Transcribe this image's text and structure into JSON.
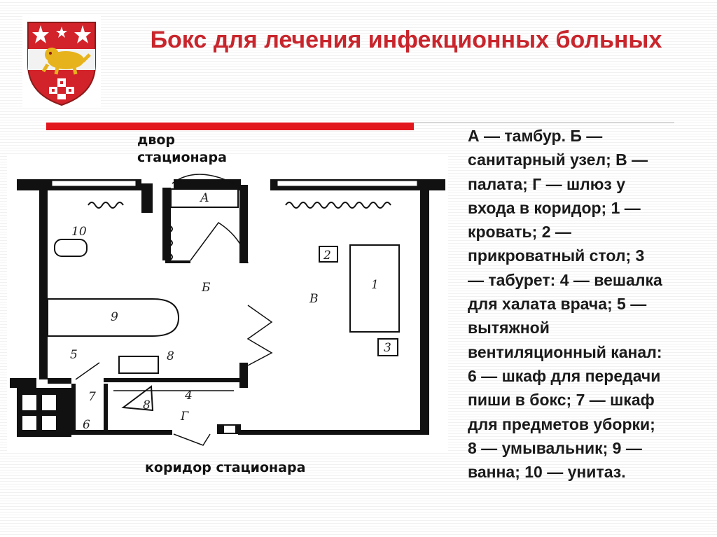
{
  "title": "Бокс для лечения инфекционных больных",
  "colors": {
    "title": "#c8252c",
    "rule": "#e2161d",
    "emblem_shield": "#d3232a"
  },
  "emblem": {
    "name": "coat-of-arms-emblem"
  },
  "plan_labels": {
    "yard": "двор\nстационара",
    "corridor": "коридор стационара",
    "room_a": "А",
    "room_b": "Б",
    "room_v": "В",
    "room_g": "Г",
    "item_1": "1",
    "item_2": "2",
    "item_3": "3",
    "item_4": "4",
    "item_5": "5",
    "item_6": "6",
    "item_7": "7",
    "item_8a": "8",
    "item_8b": "8",
    "item_9": "9",
    "item_10": "10"
  },
  "legend_lines": [
    "А — тамбур. Б —",
    "санитарный узел; В —",
    "палата; Г — шлюз у",
    "входа в коридор; 1 —",
    "кровать; 2 —",
    "прикроватный стол; 3",
    "— табурет: 4 — вешалка",
    "для халата врача; 5 —",
    "вытяжной",
    "вентиляционный канал:",
    "6 — шкаф для передачи",
    "пиши в бокс; 7 — шкаф",
    "для предметов уборки;",
    "8 — умывальник; 9 —",
    "ванна; 10 — унитаз."
  ]
}
